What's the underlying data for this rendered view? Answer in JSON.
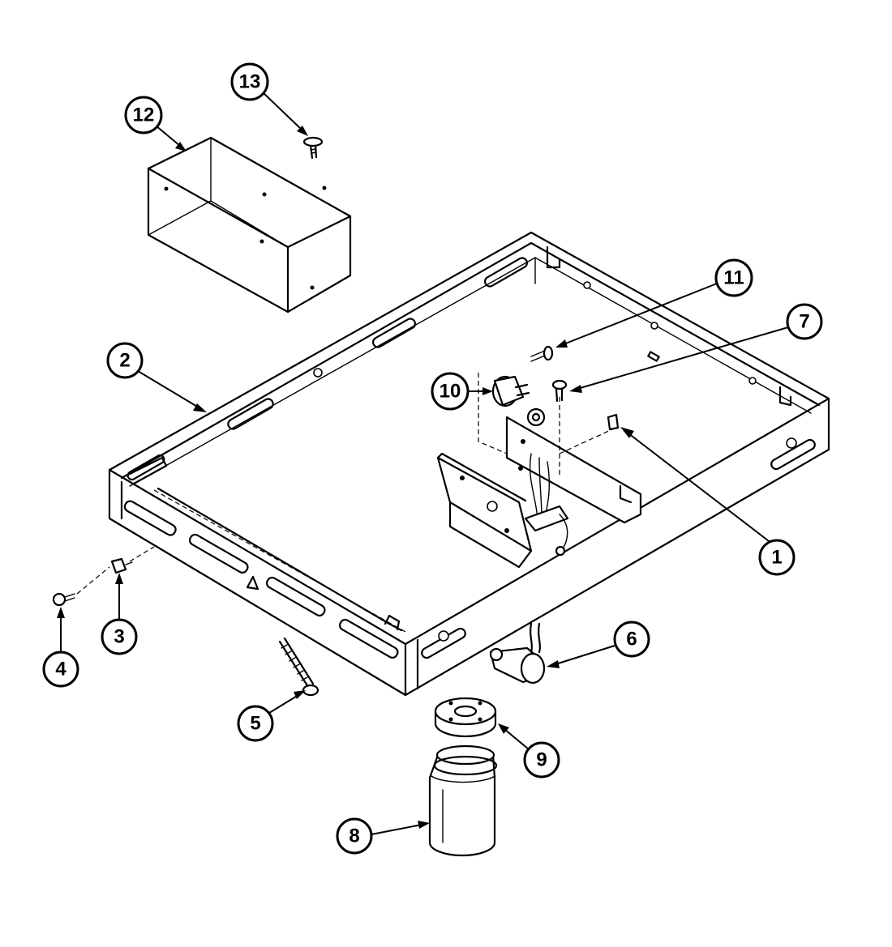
{
  "callouts": [
    {
      "id": "c1",
      "label": "1"
    },
    {
      "id": "c2",
      "label": "2"
    },
    {
      "id": "c3",
      "label": "3"
    },
    {
      "id": "c4",
      "label": "4"
    },
    {
      "id": "c5",
      "label": "5"
    },
    {
      "id": "c6",
      "label": "6"
    },
    {
      "id": "c7",
      "label": "7"
    },
    {
      "id": "c8",
      "label": "8"
    },
    {
      "id": "c9",
      "label": "9"
    },
    {
      "id": "c10",
      "label": "10"
    },
    {
      "id": "c11",
      "label": "11"
    },
    {
      "id": "c12",
      "label": "12"
    },
    {
      "id": "c13",
      "label": "13"
    }
  ],
  "colors": {
    "line": "#000000",
    "background": "#ffffff"
  }
}
